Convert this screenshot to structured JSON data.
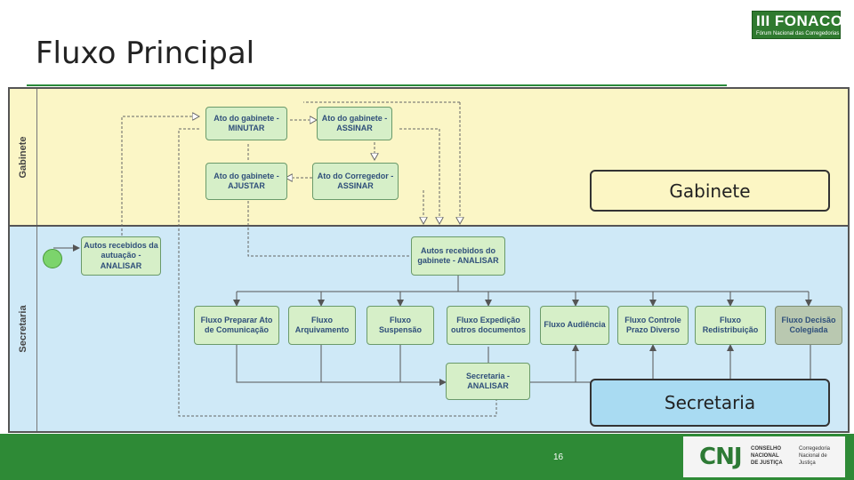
{
  "header": {
    "title": "Fluxo Principal",
    "logo_main": "III FONACOR",
    "logo_sub": "Fórum Nacional das Corregedorias"
  },
  "lanes": {
    "gabinete": "Gabinete",
    "secretaria": "Secretaria"
  },
  "nodes": {
    "ato_minutar": "Ato do gabinete - MINUTAR",
    "ato_assinar": "Ato do gabinete - ASSINAR",
    "ato_ajustar": "Ato do gabinete - AJUSTAR",
    "corregedor_assinar": "Ato do Corregedor - ASSINAR",
    "autos_atuacao": "Autos recebidos da autuação - ANALISAR",
    "autos_gabinete": "Autos recebidos do gabinete - ANALISAR",
    "preparar_ato": "Fluxo Preparar Ato de Comunicação",
    "arquivamento": "Fluxo Arquivamento",
    "suspensao": "Fluxo Suspensão",
    "expedicao": "Fluxo Expedição outros documentos",
    "audiencia": "Fluxo Audiência",
    "controle_prazo": "Fluxo Controle Prazo Diverso",
    "redistribuicao": "Fluxo Redistribuição",
    "decisao_colegiada": "Fluxo Decisão Colegiada",
    "secretaria_analisar": "Secretaria - ANALISAR"
  },
  "callouts": {
    "gabinete": "Gabinete",
    "secretaria": "Secretaria"
  },
  "footer": {
    "page_number": "16",
    "cnj_mark": "CNJ",
    "cnj_org_1": "CONSELHO",
    "cnj_org_2": "NACIONAL",
    "cnj_org_3": "DE JUSTIÇA",
    "cnj_unit_1": "Corregedoria",
    "cnj_unit_2": "Nacional de",
    "cnj_unit_3": "Justiça"
  },
  "colors": {
    "accent_green": "#2e8a36",
    "lane_gabinete": "#fbf6c6",
    "lane_secretaria": "#cfe9f7",
    "task_fill": "#d6efc8",
    "task_text": "#2f4f7a"
  }
}
